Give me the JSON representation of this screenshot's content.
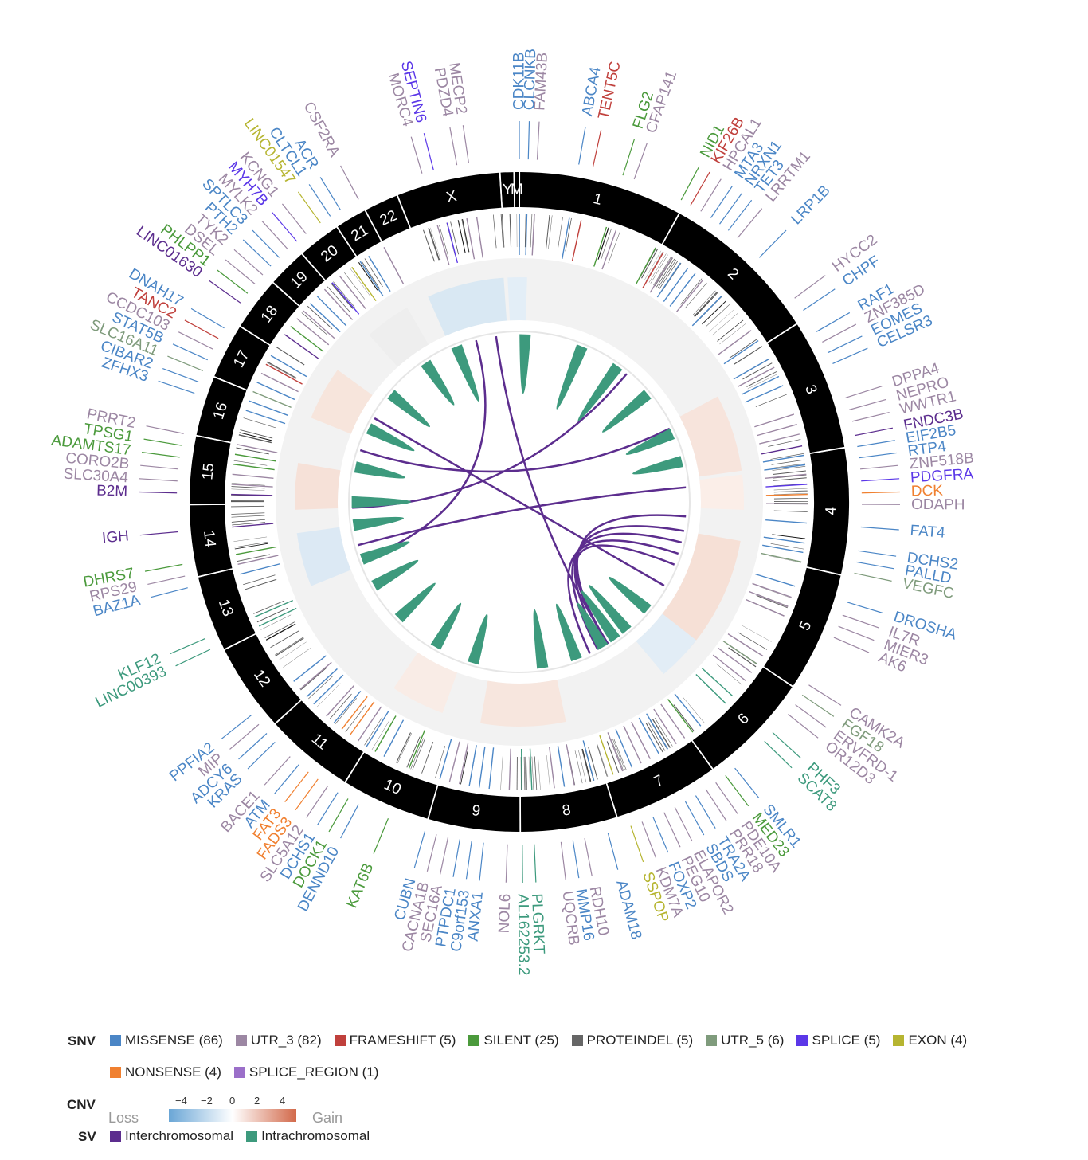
{
  "chromosomes": [
    {
      "name": "1",
      "size": 248
    },
    {
      "name": "2",
      "size": 242
    },
    {
      "name": "3",
      "size": 198
    },
    {
      "name": "4",
      "size": 190
    },
    {
      "name": "5",
      "size": 181
    },
    {
      "name": "6",
      "size": 171
    },
    {
      "name": "7",
      "size": 159
    },
    {
      "name": "8",
      "size": 145
    },
    {
      "name": "9",
      "size": 138
    },
    {
      "name": "10",
      "size": 134
    },
    {
      "name": "11",
      "size": 135
    },
    {
      "name": "12",
      "size": 133
    },
    {
      "name": "13",
      "size": 114
    },
    {
      "name": "14",
      "size": 107
    },
    {
      "name": "15",
      "size": 102
    },
    {
      "name": "16",
      "size": 90
    },
    {
      "name": "17",
      "size": 83
    },
    {
      "name": "18",
      "size": 80
    },
    {
      "name": "19",
      "size": 59
    },
    {
      "name": "20",
      "size": 64
    },
    {
      "name": "21",
      "size": 47
    },
    {
      "name": "22",
      "size": 51
    },
    {
      "name": "X",
      "size": 156
    },
    {
      "name": "Y",
      "size": 19
    },
    {
      "name": "M",
      "size": 6
    }
  ],
  "genes": [
    {
      "name": "CDK11B",
      "angle": 360.0,
      "type": "MISSENSE"
    },
    {
      "name": "CLCNKB",
      "angle": 361.5,
      "type": "MISSENSE"
    },
    {
      "name": "FAM43B",
      "angle": 363.0,
      "type": "UTR_3"
    },
    {
      "name": "ABCA4",
      "angle": 10.0,
      "type": "MISSENSE"
    },
    {
      "name": "TENT5C",
      "angle": 12.4,
      "type": "FRAMESHIFT"
    },
    {
      "name": "FLG2",
      "angle": 17.6,
      "type": "SILENT"
    },
    {
      "name": "CFAP141",
      "angle": 19.6,
      "type": "UTR_3"
    },
    {
      "name": "NID1",
      "angle": 28.2,
      "type": "SILENT"
    },
    {
      "name": "KIF26B",
      "angle": 30.0,
      "type": "FRAMESHIFT"
    },
    {
      "name": "HPCAL1",
      "angle": 32.0,
      "type": "UTR_3"
    },
    {
      "name": "MTA3",
      "angle": 34.0,
      "type": "MISSENSE"
    },
    {
      "name": "NRXN1",
      "angle": 35.8,
      "type": "MISSENSE"
    },
    {
      "name": "TET3",
      "angle": 37.6,
      "type": "MISSENSE"
    },
    {
      "name": "LRRTM1",
      "angle": 39.6,
      "type": "UTR_3"
    },
    {
      "name": "LRP1B",
      "angle": 44.5,
      "type": "MISSENSE"
    },
    {
      "name": "HYCC2",
      "angle": 53.5,
      "type": "UTR_3"
    },
    {
      "name": "CHPF",
      "angle": 56.0,
      "type": "MISSENSE"
    },
    {
      "name": "RAF1",
      "angle": 60.2,
      "type": "MISSENSE"
    },
    {
      "name": "ZNF385D",
      "angle": 62.2,
      "type": "UTR_3"
    },
    {
      "name": "EOMES",
      "angle": 64.2,
      "type": "MISSENSE"
    },
    {
      "name": "CELSR3",
      "angle": 66.2,
      "type": "MISSENSE"
    },
    {
      "name": "DPPA4",
      "angle": 72.3,
      "type": "UTR_3"
    },
    {
      "name": "NEPRO",
      "angle": 74.4,
      "type": "UTR_3"
    },
    {
      "name": "WWTR1",
      "angle": 76.4,
      "type": "UTR_3"
    },
    {
      "name": "FNDC3B",
      "angle": 78.8,
      "type": "INTER"
    },
    {
      "name": "EIF2B5",
      "angle": 80.7,
      "type": "MISSENSE"
    },
    {
      "name": "RTP4",
      "angle": 82.6,
      "type": "MISSENSE"
    },
    {
      "name": "ZNF518B",
      "angle": 84.5,
      "type": "UTR_3"
    },
    {
      "name": "PDGFRA",
      "angle": 86.5,
      "type": "SPLICE"
    },
    {
      "name": "DCK",
      "angle": 88.5,
      "type": "NONSENSE"
    },
    {
      "name": "ODAPH",
      "angle": 90.4,
      "type": "UTR_3"
    },
    {
      "name": "FAT4",
      "angle": 94.2,
      "type": "MISSENSE"
    },
    {
      "name": "DCHS2",
      "angle": 98.2,
      "type": "MISSENSE"
    },
    {
      "name": "PALLD",
      "angle": 100.1,
      "type": "MISSENSE"
    },
    {
      "name": "VEGFC",
      "angle": 102.0,
      "type": "UTR_5"
    },
    {
      "name": "DROSHA",
      "angle": 107.0,
      "type": "MISSENSE"
    },
    {
      "name": "IL7R",
      "angle": 109.3,
      "type": "UTR_3"
    },
    {
      "name": "MIER3",
      "angle": 111.3,
      "type": "UTR_3"
    },
    {
      "name": "AK6",
      "angle": 113.3,
      "type": "UTR_3"
    },
    {
      "name": "CAMK2A",
      "angle": 122.3,
      "type": "UTR_3"
    },
    {
      "name": "FGF18",
      "angle": 124.3,
      "type": "UTR_5"
    },
    {
      "name": "ERVFRD-1",
      "angle": 126.3,
      "type": "UTR_3"
    },
    {
      "name": "OR12D3",
      "angle": 128.3,
      "type": "UTR_3"
    },
    {
      "name": "PHF3",
      "angle": 132.3,
      "type": "INTRA"
    },
    {
      "name": "SCAT8",
      "angle": 134.3,
      "type": "INTRA"
    },
    {
      "name": "SMLR1",
      "angle": 141.0,
      "type": "MISSENSE"
    },
    {
      "name": "MED23",
      "angle": 143.0,
      "type": "SILENT"
    },
    {
      "name": "PDE10A",
      "angle": 145.0,
      "type": "UTR_3"
    },
    {
      "name": "PRR18",
      "angle": 147.0,
      "type": "UTR_3"
    },
    {
      "name": "TRA2A",
      "angle": 149.0,
      "type": "MISSENSE"
    },
    {
      "name": "SBDS",
      "angle": 151.0,
      "type": "MISSENSE"
    },
    {
      "name": "ELAPOR2",
      "angle": 153.0,
      "type": "UTR_3"
    },
    {
      "name": "PEG10",
      "angle": 155.0,
      "type": "UTR_3"
    },
    {
      "name": "FOXP2",
      "angle": 157.0,
      "type": "MISSENSE"
    },
    {
      "name": "KDM7A",
      "angle": 159.0,
      "type": "UTR_3"
    },
    {
      "name": "SSPOP",
      "angle": 161.0,
      "type": "EXON"
    },
    {
      "name": "ADAM18",
      "angle": 165.0,
      "type": "MISSENSE"
    },
    {
      "name": "RDH10",
      "angle": 169.0,
      "type": "UTR_3"
    },
    {
      "name": "MMP16",
      "angle": 171.0,
      "type": "MISSENSE"
    },
    {
      "name": "UQCRB",
      "angle": 173.0,
      "type": "UTR_3"
    },
    {
      "name": "PLGRKT",
      "angle": 177.5,
      "type": "INTRA"
    },
    {
      "name": "AL162253.2",
      "angle": 179.5,
      "type": "INTRA"
    },
    {
      "name": "NOL6",
      "angle": 182.0,
      "type": "UTR_3"
    },
    {
      "name": "ANXA1",
      "angle": 186.0,
      "type": "MISSENSE"
    },
    {
      "name": "C9orf153",
      "angle": 188.0,
      "type": "MISSENSE"
    },
    {
      "name": "PTPDC1",
      "angle": 190.0,
      "type": "MISSENSE"
    },
    {
      "name": "SEC16A",
      "angle": 192.0,
      "type": "UTR_3"
    },
    {
      "name": "CACNA1B",
      "angle": 194.0,
      "type": "UTR_3"
    },
    {
      "name": "CUBN",
      "angle": 196.0,
      "type": "MISSENSE"
    },
    {
      "name": "KAT6B",
      "angle": 202.5,
      "type": "SILENT"
    },
    {
      "name": "DENND10",
      "angle": 208.0,
      "type": "MISSENSE"
    },
    {
      "name": "DOCK1",
      "angle": 210.0,
      "type": "SILENT"
    },
    {
      "name": "DCHS1",
      "angle": 212.0,
      "type": "MISSENSE"
    },
    {
      "name": "SLC5A12",
      "angle": 214.0,
      "type": "UTR_3"
    },
    {
      "name": "FADS3",
      "angle": 216.0,
      "type": "NONSENSE"
    },
    {
      "name": "FAT3",
      "angle": 218.0,
      "type": "NONSENSE"
    },
    {
      "name": "ATM",
      "angle": 220.0,
      "type": "MISSENSE"
    },
    {
      "name": "BACE1",
      "angle": 222.0,
      "type": "UTR_3"
    },
    {
      "name": "KRAS",
      "angle": 225.5,
      "type": "MISSENSE"
    },
    {
      "name": "ADCY6",
      "angle": 227.5,
      "type": "MISSENSE"
    },
    {
      "name": "MIP",
      "angle": 229.5,
      "type": "UTR_3"
    },
    {
      "name": "PPFIA2",
      "angle": 231.5,
      "type": "MISSENSE"
    },
    {
      "name": "LINC00393",
      "angle": 244.5,
      "type": "INTRA"
    },
    {
      "name": "KLF12",
      "angle": 246.5,
      "type": "INTRA"
    },
    {
      "name": "BAZ1A",
      "angle": 255.5,
      "type": "MISSENSE"
    },
    {
      "name": "RPS29",
      "angle": 257.5,
      "type": "UTR_3"
    },
    {
      "name": "DHRS7",
      "angle": 259.5,
      "type": "SILENT"
    },
    {
      "name": "IGH",
      "angle": 265.0,
      "type": "INTER"
    },
    {
      "name": "B2M",
      "angle": 271.5,
      "type": "INTER"
    },
    {
      "name": "SLC30A4",
      "angle": 273.5,
      "type": "UTR_3"
    },
    {
      "name": "CORO2B",
      "angle": 275.5,
      "type": "UTR_3"
    },
    {
      "name": "ADAMTS17",
      "angle": 277.5,
      "type": "SILENT"
    },
    {
      "name": "TPSG1",
      "angle": 279.5,
      "type": "SILENT"
    },
    {
      "name": "PRRT2",
      "angle": 281.5,
      "type": "UTR_3"
    },
    {
      "name": "ZFHX3",
      "angle": 288.5,
      "type": "MISSENSE"
    },
    {
      "name": "CIBAR2",
      "angle": 290.5,
      "type": "MISSENSE"
    },
    {
      "name": "SLC16A11",
      "angle": 292.5,
      "type": "UTR_5"
    },
    {
      "name": "STAT5B",
      "angle": 294.5,
      "type": "MISSENSE"
    },
    {
      "name": "CCDC103",
      "angle": 296.5,
      "type": "UTR_3"
    },
    {
      "name": "TANC2",
      "angle": 298.5,
      "type": "FRAMESHIFT"
    },
    {
      "name": "DNAH17",
      "angle": 300.5,
      "type": "MISSENSE"
    },
    {
      "name": "LINC01630",
      "angle": 305.5,
      "type": "INTER"
    },
    {
      "name": "PHLPP1",
      "angle": 307.5,
      "type": "SILENT"
    },
    {
      "name": "DSEL",
      "angle": 309.5,
      "type": "UTR_3"
    },
    {
      "name": "TYK2",
      "angle": 311.5,
      "type": "UTR_3"
    },
    {
      "name": "PTH2",
      "angle": 313.5,
      "type": "MISSENSE"
    },
    {
      "name": "SPTLC3",
      "angle": 315.5,
      "type": "MISSENSE"
    },
    {
      "name": "MYLK2",
      "angle": 317.5,
      "type": "UTR_3"
    },
    {
      "name": "MYH7B",
      "angle": 319.5,
      "type": "SPLICE"
    },
    {
      "name": "KCNG1",
      "angle": 321.5,
      "type": "UTR_3"
    },
    {
      "name": "LINC01547",
      "angle": 324.5,
      "type": "EXON"
    },
    {
      "name": "CLTCL1",
      "angle": 326.5,
      "type": "MISSENSE"
    },
    {
      "name": "ACR",
      "angle": 328.5,
      "type": "MISSENSE"
    },
    {
      "name": "CSF2RA",
      "angle": 332.0,
      "type": "UTR_3"
    },
    {
      "name": "MORC4",
      "angle": 343.5,
      "type": "UTR_3"
    },
    {
      "name": "SEPTIN6",
      "angle": 345.5,
      "type": "SPLICE"
    },
    {
      "name": "PDZD4",
      "angle": 349.5,
      "type": "UTR_3"
    },
    {
      "name": "MECP2",
      "angle": 351.5,
      "type": "UTR_3"
    }
  ],
  "colors": {
    "MISSENSE": "#4b86c6",
    "UTR_3": "#9c87a3",
    "FRAMESHIFT": "#c0403c",
    "SILENT": "#4b9a3c",
    "PROTEINDEL": "#666666",
    "UTR_5": "#7f9b7c",
    "SPLICE": "#5b37e8",
    "EXON": "#b6b531",
    "NONSENSE": "#f08030",
    "SPLICE_REGION": "#9b6fc9",
    "INTER": "#5c2d8e",
    "INTRA": "#3d9a7d"
  },
  "legend": {
    "snv_title": "SNV",
    "snv_items": [
      {
        "label": "MISSENSE (86)",
        "color": "#4b86c6"
      },
      {
        "label": "UTR_3 (82)",
        "color": "#9c87a3"
      },
      {
        "label": "FRAMESHIFT (5)",
        "color": "#c0403c"
      },
      {
        "label": "SILENT (25)",
        "color": "#4b9a3c"
      },
      {
        "label": "PROTEINDEL (5)",
        "color": "#666666"
      },
      {
        "label": "UTR_5 (6)",
        "color": "#7f9b7c"
      },
      {
        "label": "SPLICE (5)",
        "color": "#5b37e8"
      },
      {
        "label": "EXON (4)",
        "color": "#b6b531"
      },
      {
        "label": "NONSENSE (4)",
        "color": "#f08030"
      },
      {
        "label": "SPLICE_REGION (1)",
        "color": "#9b6fc9"
      }
    ],
    "cnv_title": "CNV",
    "cnv_loss": "Loss",
    "cnv_gain": "Gain",
    "cnv_ticks": [
      "−4",
      "−2",
      "0",
      "2",
      "4"
    ],
    "sv_title": "SV",
    "sv_items": [
      {
        "label": "Interchromosomal",
        "color": "#5c2d8e"
      },
      {
        "label": "Intrachromosomal",
        "color": "#3d9a7d"
      }
    ]
  }
}
